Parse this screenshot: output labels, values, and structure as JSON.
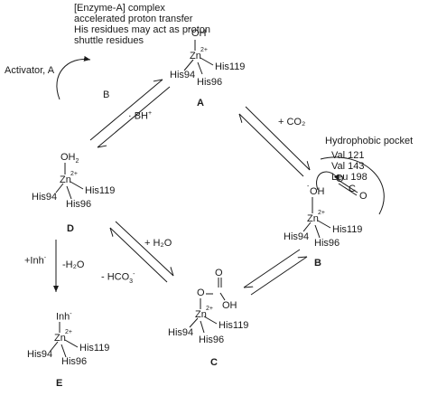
{
  "note_lines": [
    "[Enzyme-A] complex",
    "accelerated proton transfer",
    "His residues may act as proton",
    "shuttle residues"
  ],
  "activator_label": "Activator, A",
  "label_B_arrow": "B",
  "label_BH": "· BH",
  "label_BH_sup": "+",
  "label_co2": "+ CO₂",
  "label_h2o": "+ H₂O",
  "label_minus_h2o": "-H₂O",
  "label_bicarb": "- HCO",
  "label_bicarb_sub": "3",
  "label_bicarb_sup": "-",
  "label_inh": "+Inh",
  "label_inh_sup": "-",
  "hydrophobic_pocket": {
    "title": "Hydrophobic pocket",
    "residues": [
      "Val 121",
      "Val 143",
      "Leu 198"
    ]
  },
  "zinc": {
    "symbol": "Zn",
    "charge": "2+"
  },
  "histidines": [
    "His94",
    "His119",
    "His96"
  ],
  "complexes": {
    "A": {
      "letter": "A",
      "ligand": "OH",
      "ligand_charge": "-"
    },
    "B": {
      "letter": "B",
      "ligand": "OH",
      "ligand_charge": "-",
      "co2_o1": "O",
      "co2_c": "C",
      "co2_o2": "O"
    },
    "C": {
      "letter": "C",
      "o_left": "O",
      "o_top": "O",
      "oh": "OH"
    },
    "D": {
      "letter": "D",
      "ligand": "OH",
      "ligand_sub": "2"
    },
    "E": {
      "letter": "E",
      "ligand": "Inh",
      "ligand_charge": "-"
    }
  },
  "colors": {
    "ink": "#1a1a1a",
    "background": "#ffffff"
  }
}
